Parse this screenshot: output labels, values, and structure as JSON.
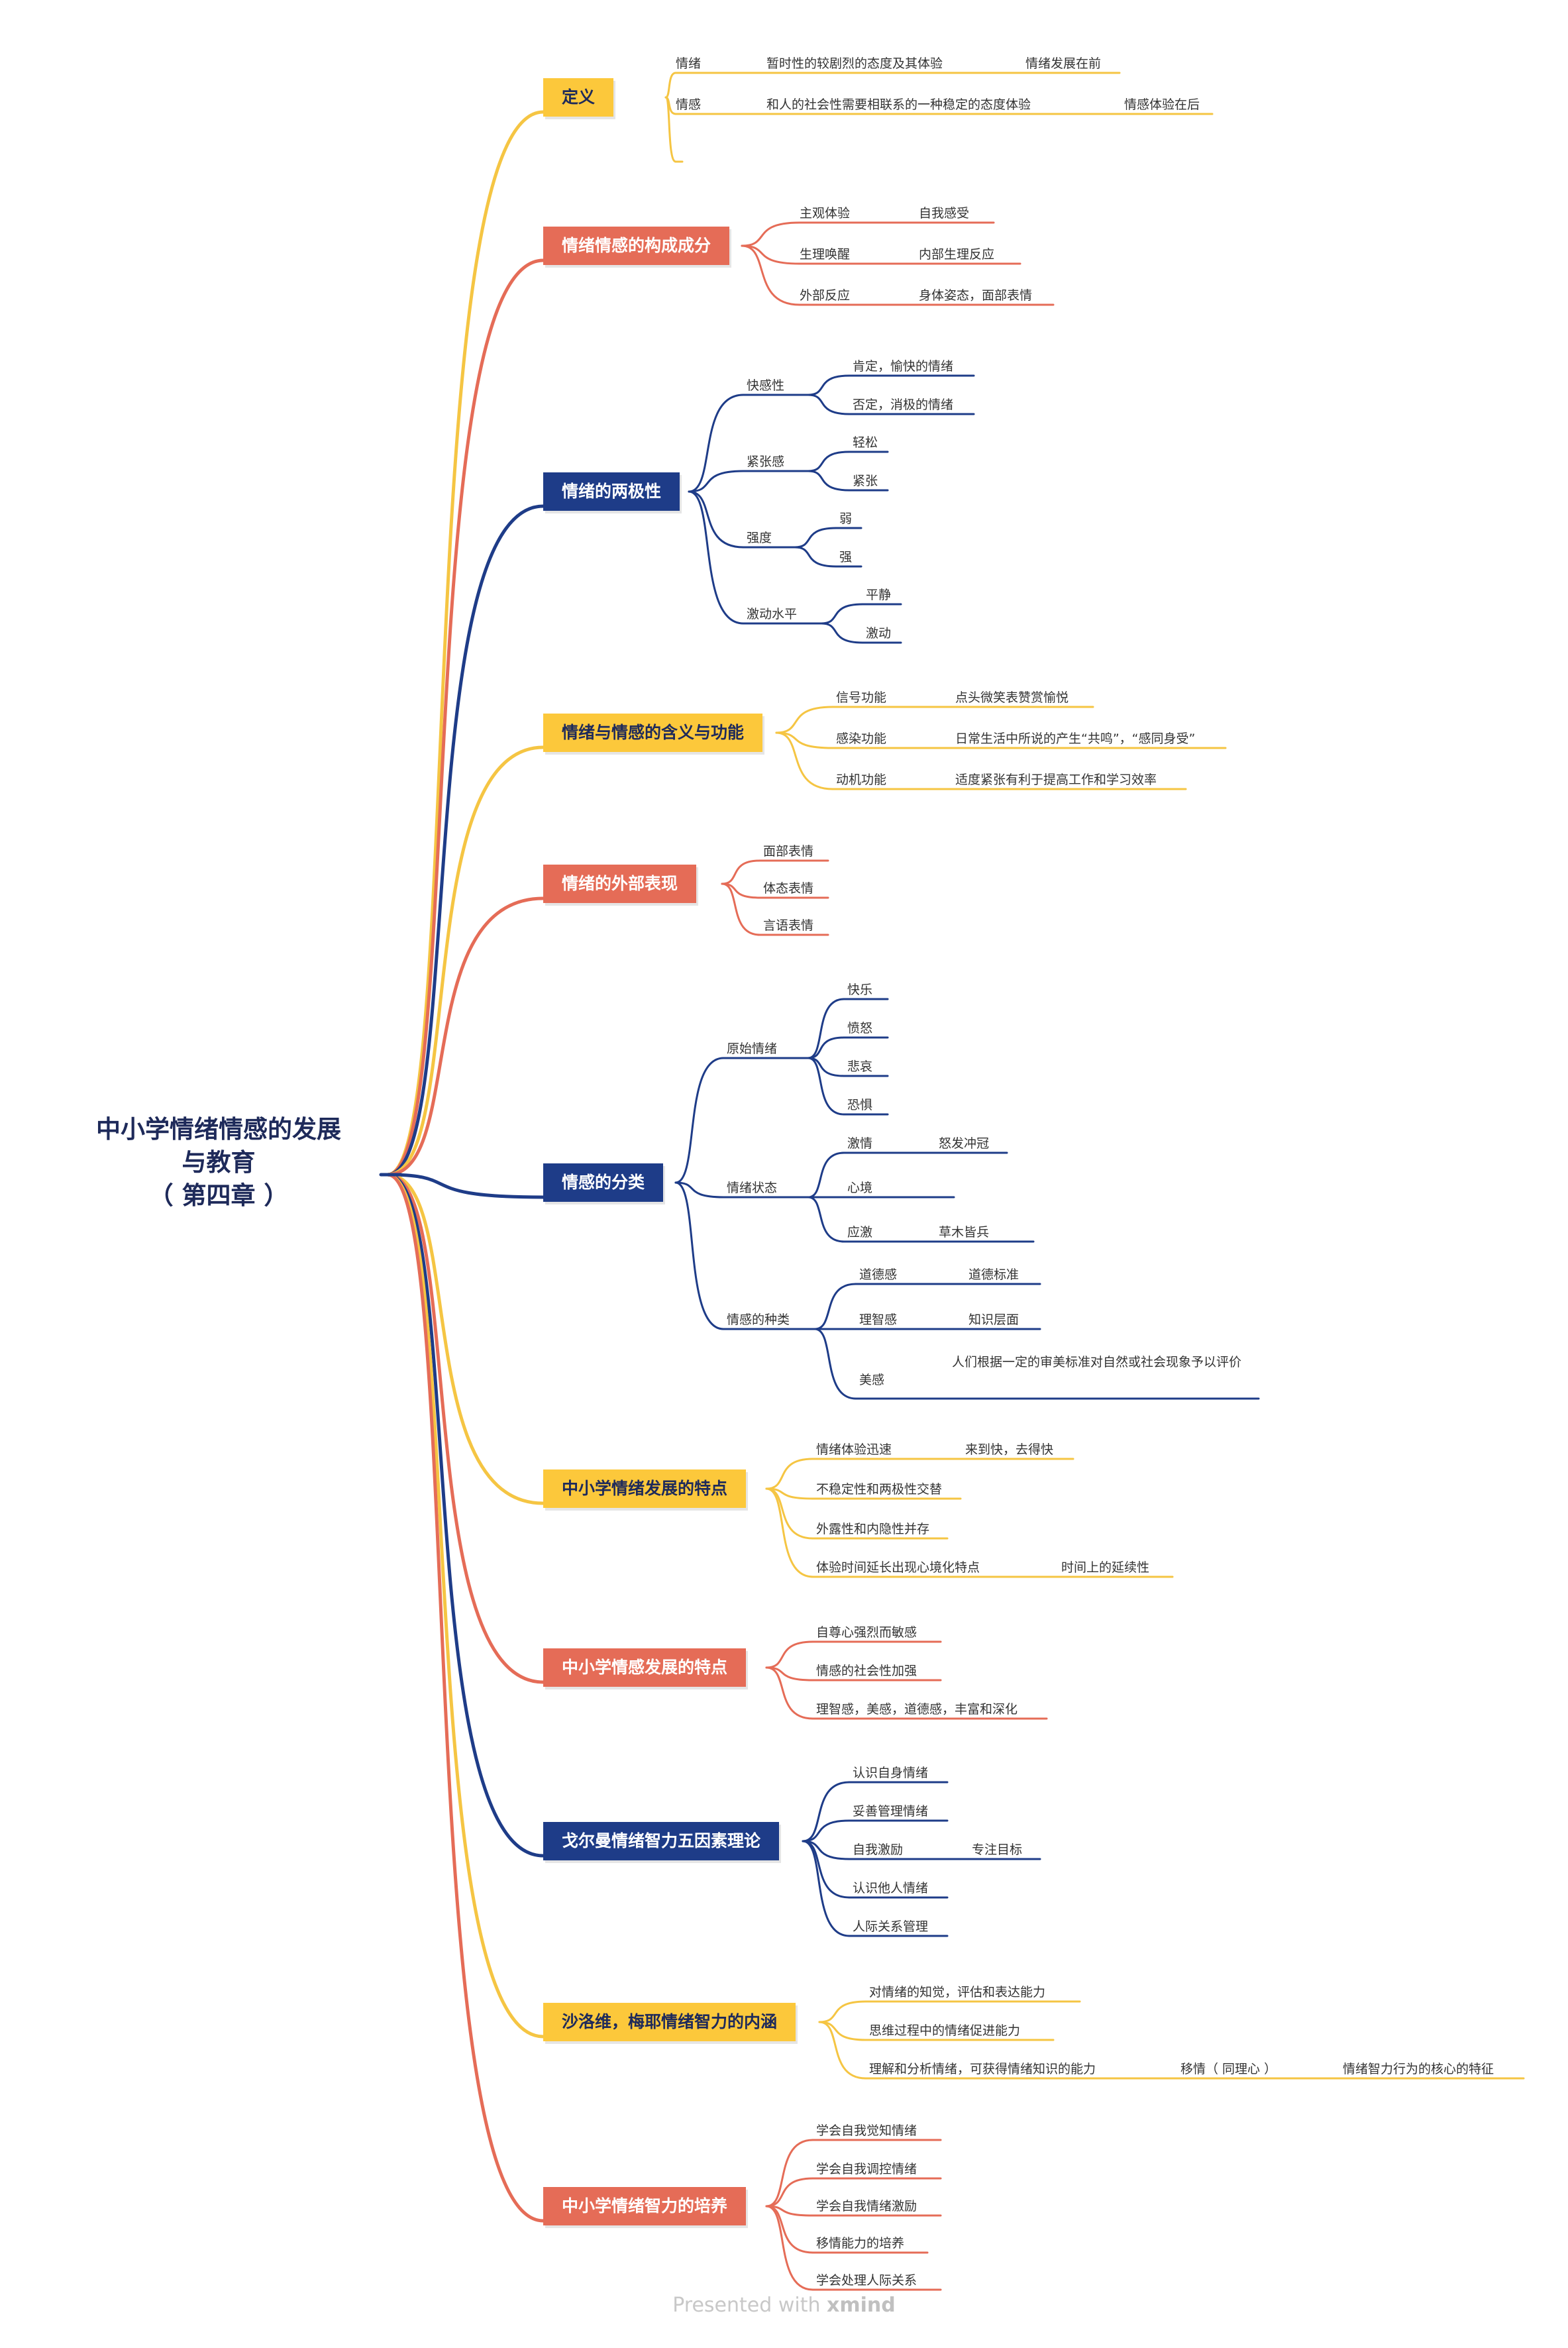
{
  "root": {
    "lines": [
      "中小学情绪情感的发展",
      "与教育",
      "（ 第四章 ）"
    ]
  },
  "colors": {
    "yellow": "#fcc83b",
    "coral": "#e56c57",
    "navy": "#1e3c88",
    "line_yellow": "#f5c543"
  },
  "branches": [
    {
      "label": "定义",
      "color": "yellow"
    },
    {
      "label": "情绪情感的构成成分",
      "color": "coral"
    },
    {
      "label": "情绪的两极性",
      "color": "navy"
    },
    {
      "label": "情绪与情感的含义与功能",
      "color": "yellow"
    },
    {
      "label": "情绪的外部表现",
      "color": "coral"
    },
    {
      "label": "情感的分类",
      "color": "navy"
    },
    {
      "label": "中小学情绪发展的特点",
      "color": "yellow"
    },
    {
      "label": "中小学情感发展的特点",
      "color": "coral"
    },
    {
      "label": "戈尔曼情绪智力五因素理论",
      "color": "navy"
    },
    {
      "label": "沙洛维，梅耶情绪智力的内涵",
      "color": "yellow"
    },
    {
      "label": "中小学情绪智力的培养",
      "color": "coral"
    }
  ],
  "def": {
    "emotion": {
      "label": "情绪",
      "desc": "暂时性的较剧烈的态度及其体验",
      "note": "情绪发展在前"
    },
    "feeling": {
      "label": "情感",
      "desc": "和人的社会性需要相联系的一种稳定的态度体验",
      "note": "情感体验在后"
    }
  },
  "components": [
    {
      "label": "主观体验",
      "child": "自我感受"
    },
    {
      "label": "生理唤醒",
      "child": "内部生理反应"
    },
    {
      "label": "外部反应",
      "child": "身体姿态，面部表情"
    }
  ],
  "polarity": [
    {
      "label": "快感性",
      "children": [
        "肯定，愉快的情绪",
        "否定，消极的情绪"
      ]
    },
    {
      "label": "紧张感",
      "children": [
        "轻松",
        "紧张"
      ]
    },
    {
      "label": "强度",
      "children": [
        "弱",
        "强"
      ]
    },
    {
      "label": "激动水平",
      "children": [
        "平静",
        "激动"
      ]
    }
  ],
  "functions": [
    {
      "label": "信号功能",
      "child": "点头微笑表赞赏愉悦"
    },
    {
      "label": "感染功能",
      "child": "日常生活中所说的产生“共鸣”，“感同身受”"
    },
    {
      "label": "动机功能",
      "child": "适度紧张有利于提高工作和学习效率"
    }
  ],
  "external": [
    "面部表情",
    "体态表情",
    "言语表情"
  ],
  "classification": {
    "primitive": {
      "label": "原始情绪",
      "children": [
        "快乐",
        "愤怒",
        "悲哀",
        "恐惧"
      ]
    },
    "states": {
      "label": "情绪状态",
      "children": [
        {
          "label": "激情",
          "child": "怒发冲冠"
        },
        {
          "label": "心境",
          "child": ""
        },
        {
          "label": "应激",
          "child": "草木皆兵"
        }
      ]
    },
    "kinds": {
      "label": "情感的种类",
      "children": [
        {
          "label": "道德感",
          "child": "道德标准"
        },
        {
          "label": "理智感",
          "child": "知识层面"
        },
        {
          "label": "美感",
          "child": "人们根据一定的审美标准对自然或社会现象予以评价"
        }
      ]
    }
  },
  "emotion_dev": [
    {
      "label": "情绪体验迅速",
      "child": "来到快，去得快"
    },
    {
      "label": "不稳定性和两极性交替",
      "child": ""
    },
    {
      "label": "外露性和内隐性并存",
      "child": ""
    },
    {
      "label": "体验时间延长出现心境化特点",
      "child": "时间上的延续性"
    }
  ],
  "feeling_dev": [
    "自尊心强烈而敏感",
    "情感的社会性加强",
    "理智感，美感，道德感，丰富和深化"
  ],
  "goleman": [
    {
      "label": "认识自身情绪",
      "child": ""
    },
    {
      "label": "妥善管理情绪",
      "child": ""
    },
    {
      "label": "自我激励",
      "child": "专注目标"
    },
    {
      "label": "认识他人情绪",
      "child": ""
    },
    {
      "label": "人际关系管理",
      "child": ""
    }
  ],
  "salovey": {
    "a": "对情绪的知觉，评估和表达能力",
    "b": "思维过程中的情绪促进能力",
    "c": "理解和分析情绪，可获得情绪知识的能力",
    "c_child": "移情（ 同理心 ）",
    "c_grand": "情绪智力行为的核心的特征"
  },
  "cultivate": [
    "学会自我觉知情绪",
    "学会自我调控情绪",
    "学会自我情绪激励",
    "移情能力的培养",
    "学会处理人际关系"
  ],
  "footer": {
    "prefix": "Presented with",
    "brand": "xmind"
  }
}
